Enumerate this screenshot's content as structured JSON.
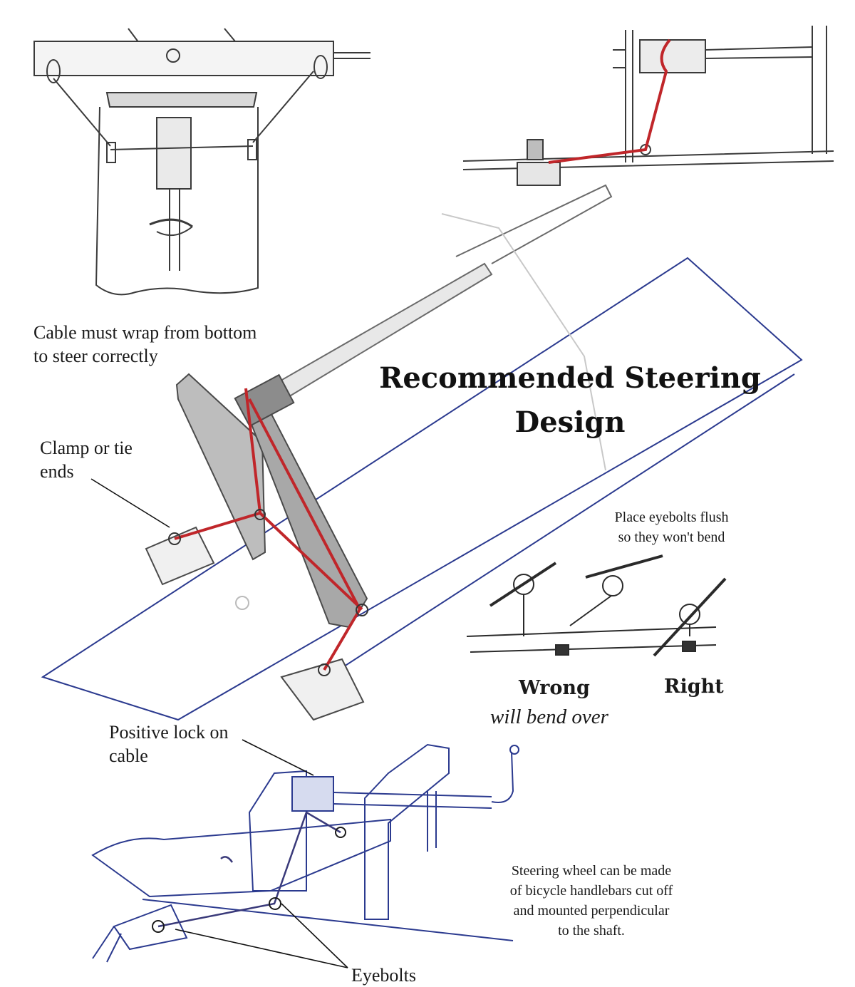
{
  "title": {
    "line1": "Recommended Steering",
    "line2": "Design"
  },
  "annotations": {
    "cable_wrap": {
      "line1": "Cable must wrap from bottom",
      "line2": "to steer correctly"
    },
    "clamp": {
      "line1": "Clamp or tie",
      "line2": "ends"
    },
    "eyebolt_tip": {
      "line1": "Place eyebolts flush",
      "line2": "so they won't bend"
    },
    "wrong": "Wrong",
    "wrong_sub": "will bend over",
    "right": "Right",
    "positive_lock": {
      "line1": "Positive lock on",
      "line2": "cable"
    },
    "steering_wheel": {
      "line1": "Steering wheel can be made",
      "line2": "of bicycle handlebars cut off",
      "line3": "and mounted perpendicular",
      "line4": "to the shaft."
    },
    "eyebolts": "Eyebolts"
  },
  "colors": {
    "pencil": "#3a3a3a",
    "cable": "#c0262a",
    "board_blue": "#2b3a8f",
    "text": "#1a1a1a"
  }
}
